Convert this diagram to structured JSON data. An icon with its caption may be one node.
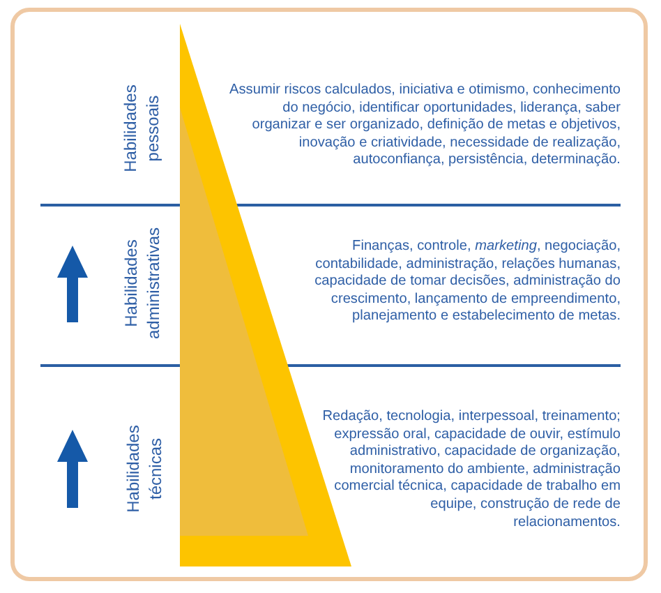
{
  "diagram": {
    "labels": [
      "Habilidades pessoais",
      "Assumir riscos calculados, iniciativa e otimismo, conhecimento do negócio, identificar oportunidades, liderança, saber organizar e ser organizado, definição de metas e objetivos, inovação e criatividade, necessidade de realização, autoconfiança, persistência, determinação.",
      "Habilidades administrativas",
      "Finanças, controle, *marketing*, negociação, contabilidade, administração, relações humanas, capacidade de tomar decisões, administração do crescimento, lançamento de empreendimento, planejamento e estabelecimento de metas.",
      "Habilidades técnicas",
      "Redação, tecnologia, interpessoal, treinamento; expressão oral, capacidade de ouvir, estímulo administrativo, capacidade de organização, monitoramento do ambiente, administração comercial técnica, capacidade de trabalho em equipe, construção de rede de relacionamentos."
    ]
  }
}
